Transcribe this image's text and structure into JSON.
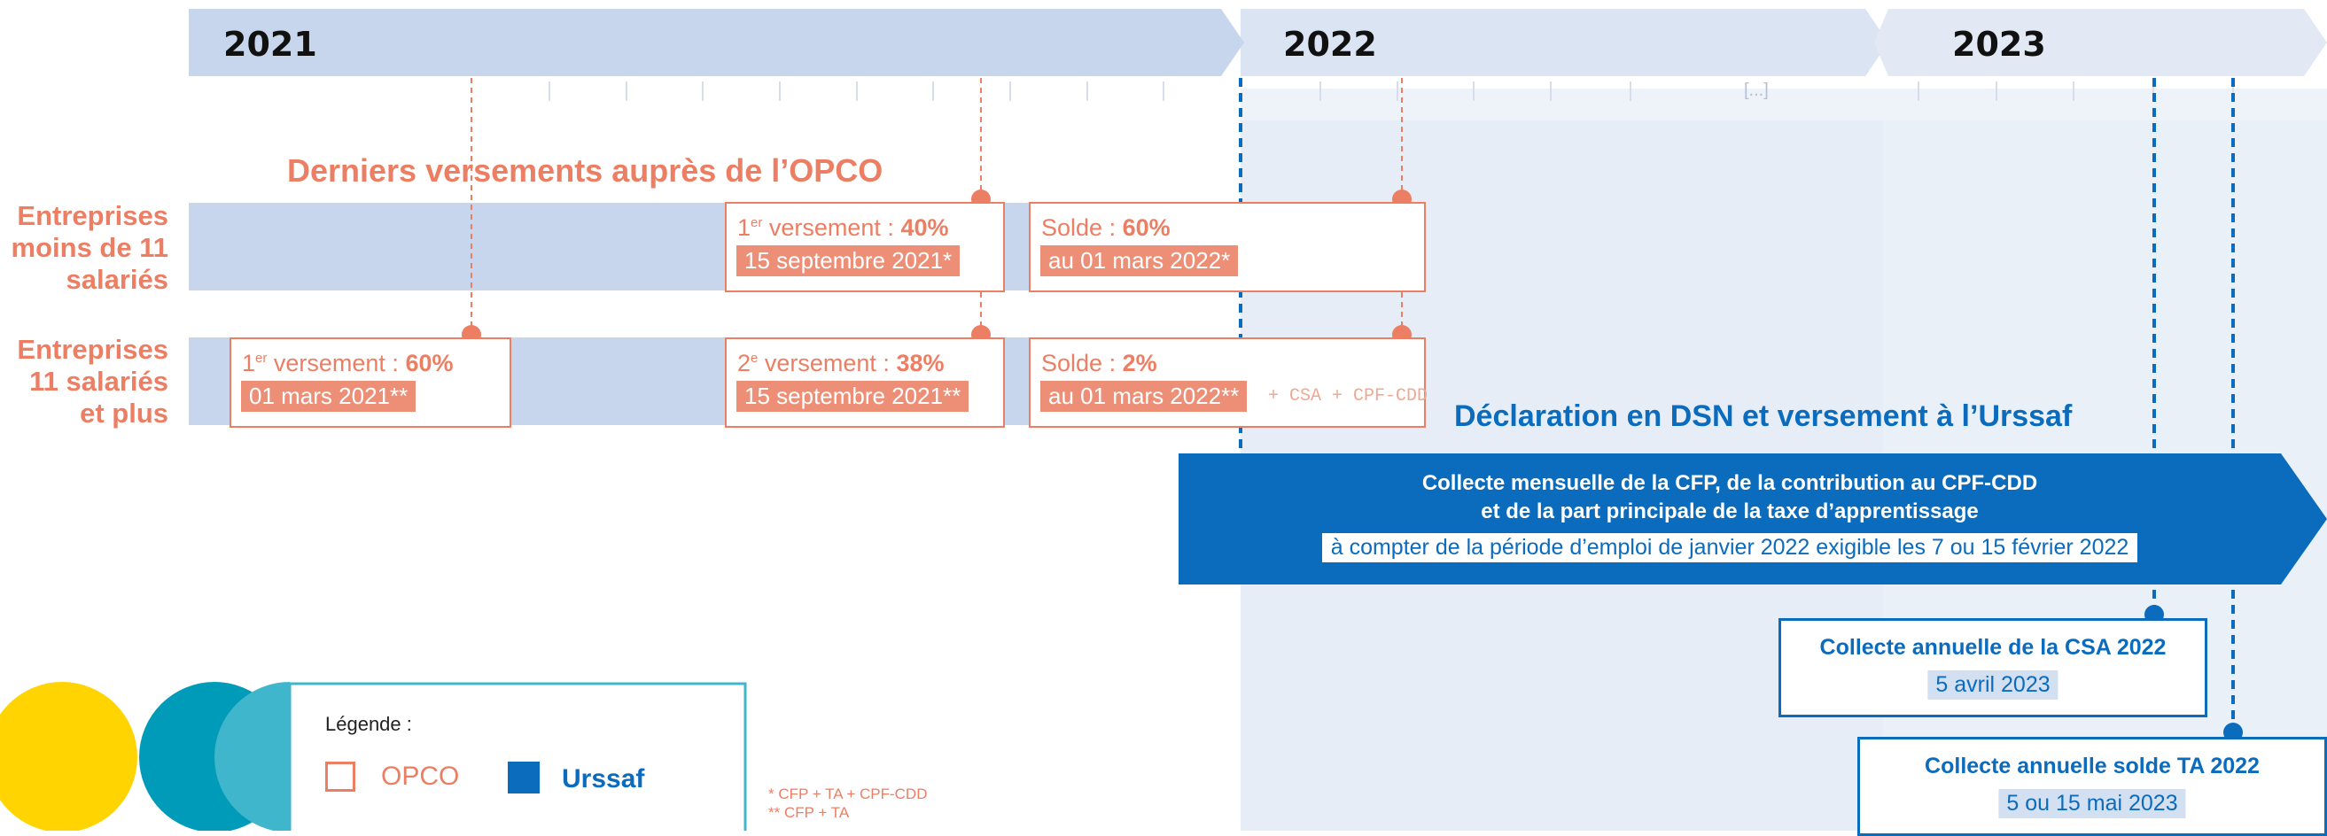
{
  "timeline": {
    "years": [
      "2021",
      "2022",
      "2023"
    ],
    "ellipsis": "[...]"
  },
  "opco": {
    "title": "Derniers versements auprès de l’OPCO",
    "row1_label": [
      "Entreprises",
      "moins de 11",
      "salariés"
    ],
    "row2_label": [
      "Entreprises",
      "11 salariés",
      "et plus"
    ],
    "row1_boxes": [
      {
        "pre": "1",
        "sup": "er",
        "text": " versement : ",
        "pct": "40%",
        "date": "15 septembre 2021*"
      },
      {
        "pre": "Solde",
        "sup": "",
        "text": " : ",
        "pct": "60%",
        "date": "au 01 mars 2022*"
      }
    ],
    "row2_boxes": [
      {
        "pre": "1",
        "sup": "er",
        "text": " versement : ",
        "pct": "60%",
        "date": "01 mars 2021**"
      },
      {
        "pre": "2",
        "sup": "e",
        "text": " versement : ",
        "pct": "38%",
        "date": "15 septembre 2021**"
      },
      {
        "pre": "Solde",
        "sup": "",
        "text": " : ",
        "pct": "2%",
        "date": "au 01 mars 2022**"
      }
    ],
    "extra_note": "+ CSA + CPF-CDD"
  },
  "urssaf": {
    "title": "Déclaration en DSN et versement à l’Urssaf",
    "arrow_line1": "Collecte mensuelle de la CFP, de la contribution au CPF-CDD",
    "arrow_line2": "et de la part principale de la taxe d’apprentissage",
    "arrow_date": "à compter de la période d’emploi de janvier 2022 exigible les 7 ou 15 février 2022",
    "csa_title": "Collecte annuelle de la CSA 2022",
    "csa_date": "5 avril 2023",
    "ta_title": "Collecte annuelle solde TA 2022",
    "ta_date": "5 ou 15 mai 2023"
  },
  "legend": {
    "title": "Légende :",
    "opco": "OPCO",
    "urssaf": "Urssaf"
  },
  "footnotes": [
    "* CFP + TA + CPF-CDD",
    "** CFP + TA"
  ],
  "colors": {
    "opco": "#ec7e63",
    "urssaf": "#0b6bbd",
    "band": "#c7d6ec",
    "yellow": "#ffd400",
    "teal": "#009bb8",
    "light_teal": "#3fb6cc"
  }
}
